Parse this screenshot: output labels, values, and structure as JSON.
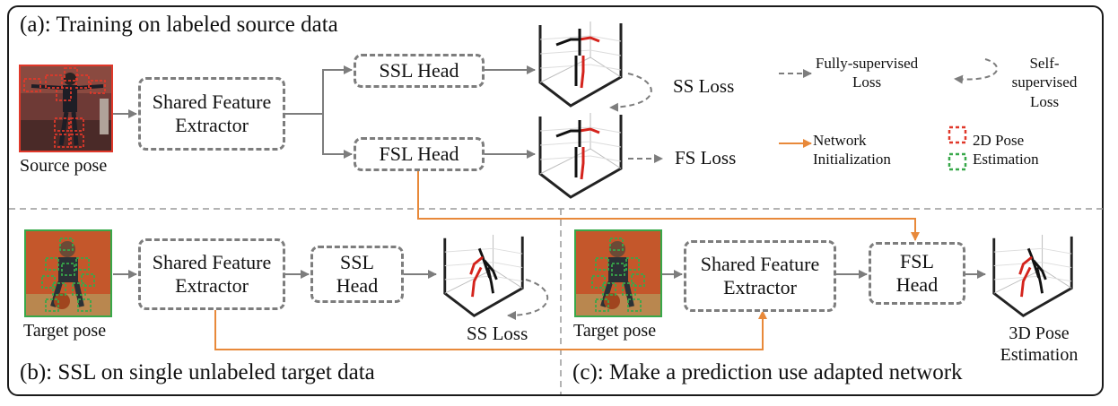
{
  "sections": {
    "a_title": "(a): Training on labeled source data",
    "b_title": "(b): SSL on single unlabeled target data",
    "c_title": "(c): Make a prediction use adapted network"
  },
  "a": {
    "extractor": "Shared Feature Extractor",
    "ssl_head": "SSL Head",
    "fsl_head": "FSL Head",
    "ss_loss": "SS Loss",
    "fs_loss": "FS Loss",
    "source_caption": "Source pose"
  },
  "b": {
    "extractor": "Shared Feature Extractor",
    "ssl_head": "SSL Head",
    "ss_loss": "SS Loss",
    "target_caption": "Target pose"
  },
  "c": {
    "extractor": "Shared Feature Extractor",
    "fsl_head": "FSL Head",
    "target_caption": "Target pose",
    "output_caption": "3D Pose Estimation"
  },
  "legend": {
    "fully_supervised": "Fully-supervised Loss",
    "self_supervised": "Self-supervised Loss",
    "network_init": "Network Initialization",
    "pose_2d": "2D Pose Estimation"
  },
  "colors": {
    "frame": "#1a1a1a",
    "box_border": "#7d7d7d",
    "arrow_gray": "#7d7d7d",
    "init_orange": "#e8893a",
    "source_border": "#e0382a",
    "target_border": "#38a84a",
    "pose_red": "#d4231c",
    "pose_black": "#111111",
    "photo_a_bg": "#6e3a36",
    "photo_target_bg": "#c4572b"
  },
  "icons": {
    "source_photo": "source-pose-photo-icon",
    "target_photo": "target-pose-photo-icon",
    "pose_plot": "3d-pose-plot-icon"
  }
}
